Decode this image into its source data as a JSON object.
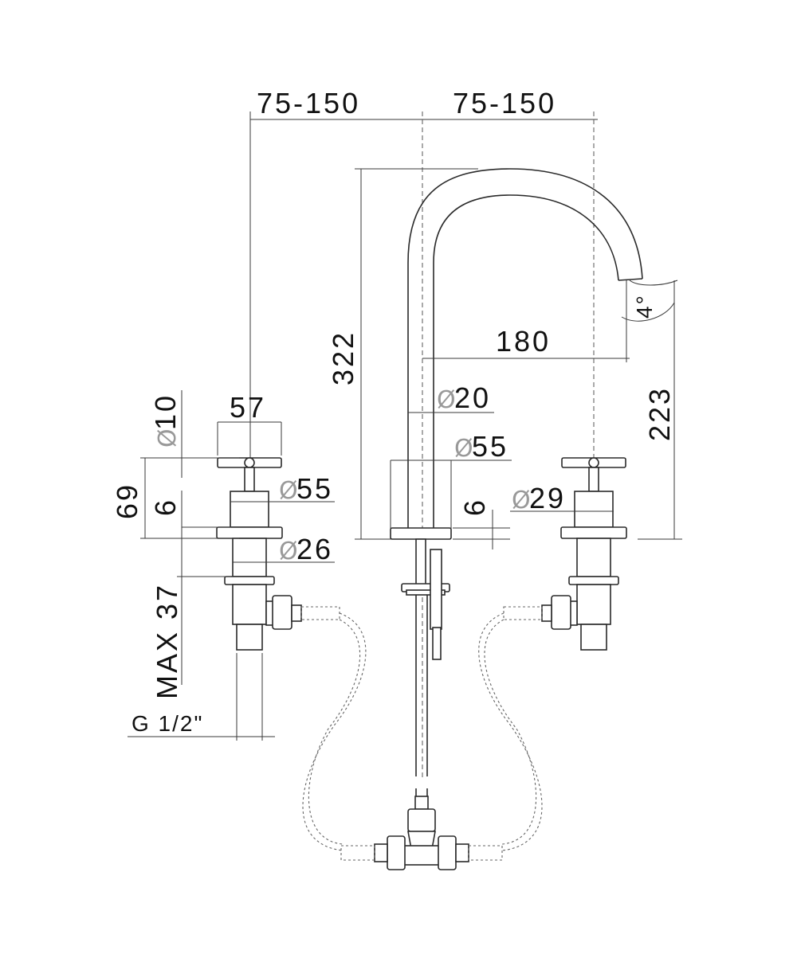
{
  "dimensions": {
    "spacing_left": "75-150",
    "spacing_right": "75-150",
    "height_total": "322",
    "reach": "180",
    "spout_height": "223",
    "spout_angle": "4°",
    "spout_diameter": "20",
    "spout_base_diameter": "55",
    "spout_base_height": "6",
    "handle_width": "57",
    "handle_pin_diameter": "10",
    "handle_height": "69",
    "handle_base_height": "6",
    "handle_base_diameter": "55",
    "handle_body_diameter_left": "26",
    "handle_body_diameter_right": "29",
    "max_thickness": "MAX 37",
    "thread": "G 1/2\""
  },
  "symbols": {
    "diameter": "Ø"
  }
}
